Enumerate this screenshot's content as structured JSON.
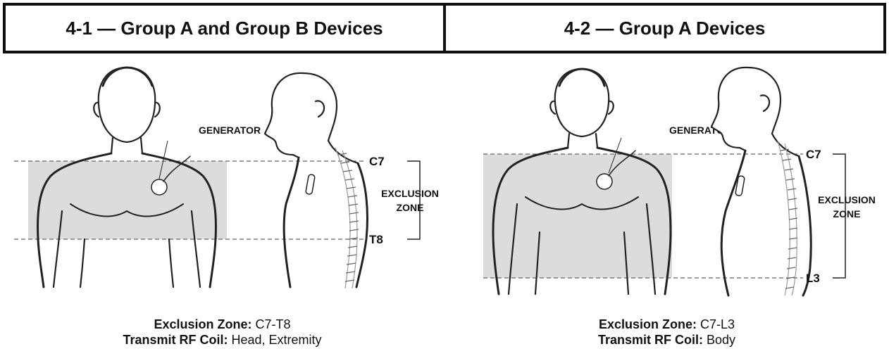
{
  "panels": [
    {
      "title": "4-1 — Group A and Group B Devices",
      "generator_label": "GENERATOR",
      "upper_level": "C7",
      "lower_level": "T8",
      "zone_label_line1": "EXCLUSION",
      "zone_label_line2": "ZONE",
      "caption": {
        "zone_label": "Exclusion Zone:",
        "zone_value": "C7-T8",
        "coil_label": "Transmit RF Coil:",
        "coil_value": "Head, Extremity"
      }
    },
    {
      "title": "4-2 — Group A Devices",
      "generator_label": "GENERATOR",
      "upper_level": "C7",
      "lower_level": "L3",
      "zone_label_line1": "EXCLUSION",
      "zone_label_line2": "ZONE",
      "caption": {
        "zone_label": "Exclusion Zone:",
        "zone_value": "C7-L3",
        "coil_label": "Transmit RF Coil:",
        "coil_value": "Body"
      }
    }
  ],
  "colors": {
    "shade": "#dcdcdc",
    "line": "#222222",
    "border": "#111111"
  }
}
